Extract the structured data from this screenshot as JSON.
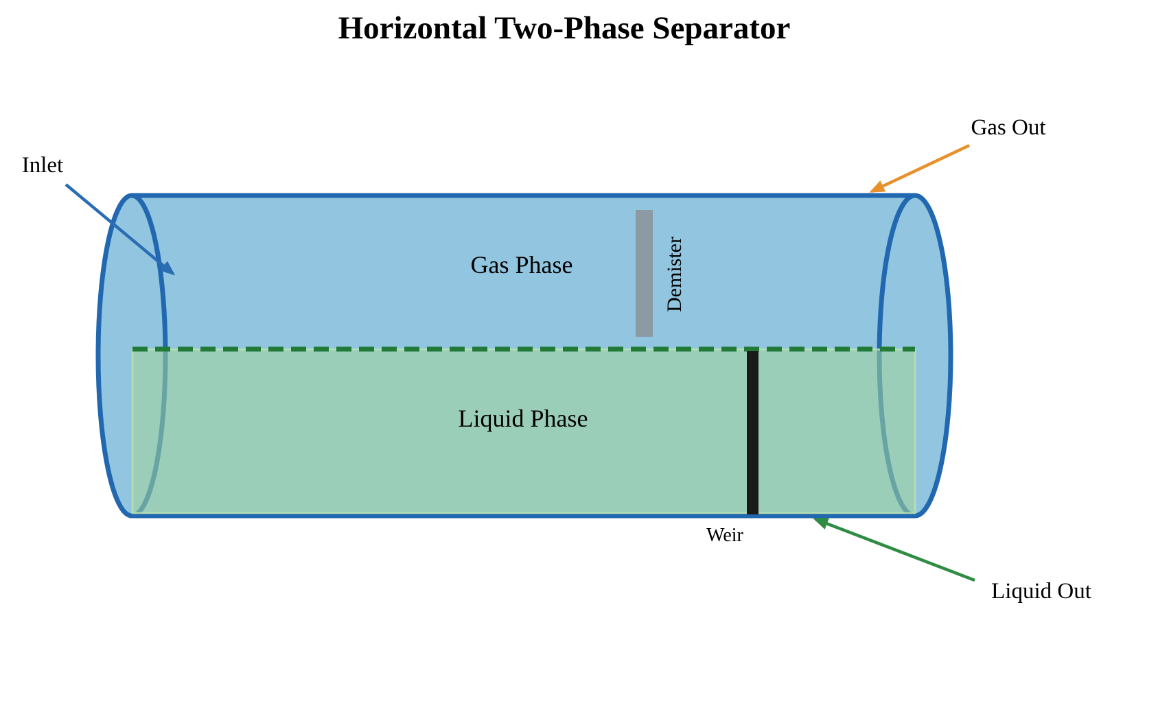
{
  "title": "Horizontal Two-Phase Separator",
  "vessel": {
    "gas_phase_label": "Gas Phase",
    "liquid_phase_label": "Liquid Phase",
    "demister_label": "Demister",
    "weir_label": "Weir"
  },
  "annotations": {
    "inlet": "Inlet",
    "gas_out": "Gas Out",
    "liquid_out": "Liquid Out"
  },
  "palette": {
    "vessel_edge_blue": "#2268b0",
    "vessel_fill_blue": "#92c6e0",
    "liquid_fill_green": "#99ceb9",
    "interface_dash_green": "#217a38",
    "liquid_rect_edge_light_green": "#b9e0b0",
    "gas_label_orange": "#e3891a",
    "liquid_label_green": "#287d46",
    "demister_gray": "#8c9aa4",
    "weir_black": "#1a1a1a",
    "inlet_arrow_blue": "#2a6db4",
    "gas_out_arrow_orange": "#e8912c",
    "liquid_out_arrow_green": "#2f8c45"
  }
}
